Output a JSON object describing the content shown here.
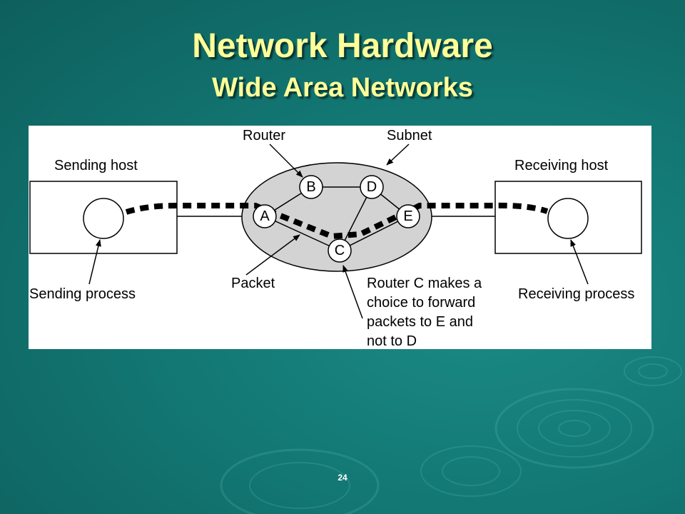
{
  "slide": {
    "title": "Network Hardware",
    "subtitle": "Wide Area Networks",
    "page_number": "24"
  },
  "diagram": {
    "labels": {
      "router": "Router",
      "subnet": "Subnet",
      "sending_host": "Sending host",
      "receiving_host": "Receiving host",
      "sending_process": "Sending process",
      "receiving_process": "Receiving process",
      "packet": "Packet",
      "router_c_note_1": "Router C makes a",
      "router_c_note_2": "choice to forward",
      "router_c_note_3": "packets to E and",
      "router_c_note_4": "not to D"
    },
    "routers": {
      "a": "A",
      "b": "B",
      "c": "C",
      "d": "D",
      "e": "E"
    },
    "colors": {
      "subnet_fill": "#d3d3d3",
      "title": "#ffff99",
      "background": "#137874"
    }
  }
}
